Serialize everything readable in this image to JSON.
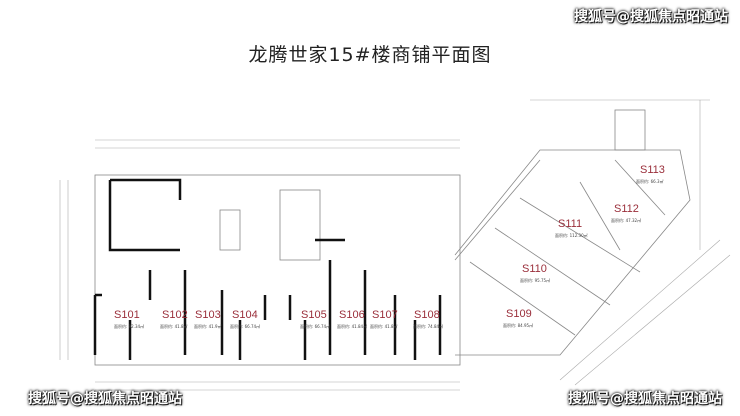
{
  "title": "龙腾世家15#楼商铺平面图",
  "watermark": "搜狐号@搜狐焦点昭通站",
  "area_label": "面积约:",
  "units": [
    {
      "id": "S101",
      "area": "92.34㎡"
    },
    {
      "id": "S102",
      "area": "41.8㎡"
    },
    {
      "id": "S103",
      "area": "41.9㎡"
    },
    {
      "id": "S104",
      "area": "66.74㎡"
    },
    {
      "id": "S105",
      "area": "66.74㎡"
    },
    {
      "id": "S106",
      "area": "41.84㎡"
    },
    {
      "id": "S107",
      "area": "41.8㎡"
    },
    {
      "id": "S108",
      "area": "74.84㎡"
    },
    {
      "id": "S109",
      "area": "84.95㎡"
    },
    {
      "id": "S110",
      "area": "95.75㎡"
    },
    {
      "id": "S111",
      "area": "112.30㎡"
    },
    {
      "id": "S112",
      "area": "47.32㎡"
    },
    {
      "id": "S113",
      "area": "66.3㎡"
    }
  ],
  "colors": {
    "unit_label": "#9a2e3a",
    "wall": "#111111",
    "line": "#999999"
  }
}
